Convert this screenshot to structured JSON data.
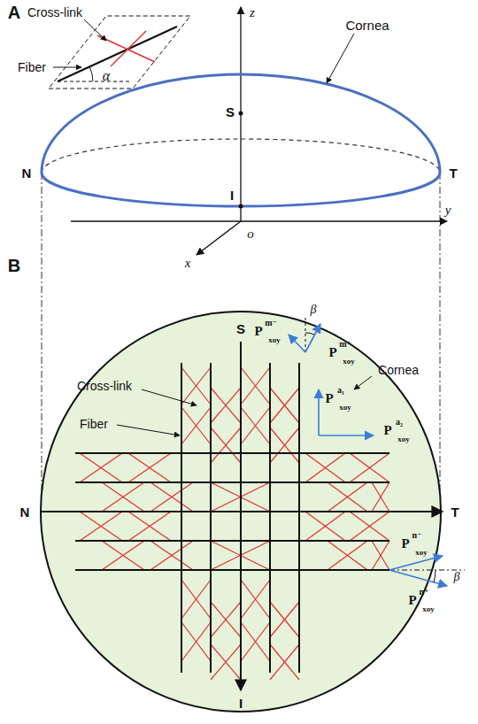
{
  "diagram": {
    "labels": [
      "A",
      "Cross-link",
      "Fiber",
      "α",
      "Cornea",
      "z",
      "S",
      "N",
      "T",
      "I",
      "y",
      "o",
      "x",
      "B",
      "S",
      "Cross-link",
      "Fiber",
      "β",
      "P",
      "m⁻",
      "xoy",
      "P",
      "m⁺",
      "xoy",
      "Cornea",
      "P",
      "a₁",
      "xoy",
      "P",
      "a₂",
      "xoy",
      "N",
      "T",
      "P",
      "n⁻",
      "xoy",
      "β",
      "P",
      "n⁺",
      "xoy",
      "I"
    ]
  }
}
